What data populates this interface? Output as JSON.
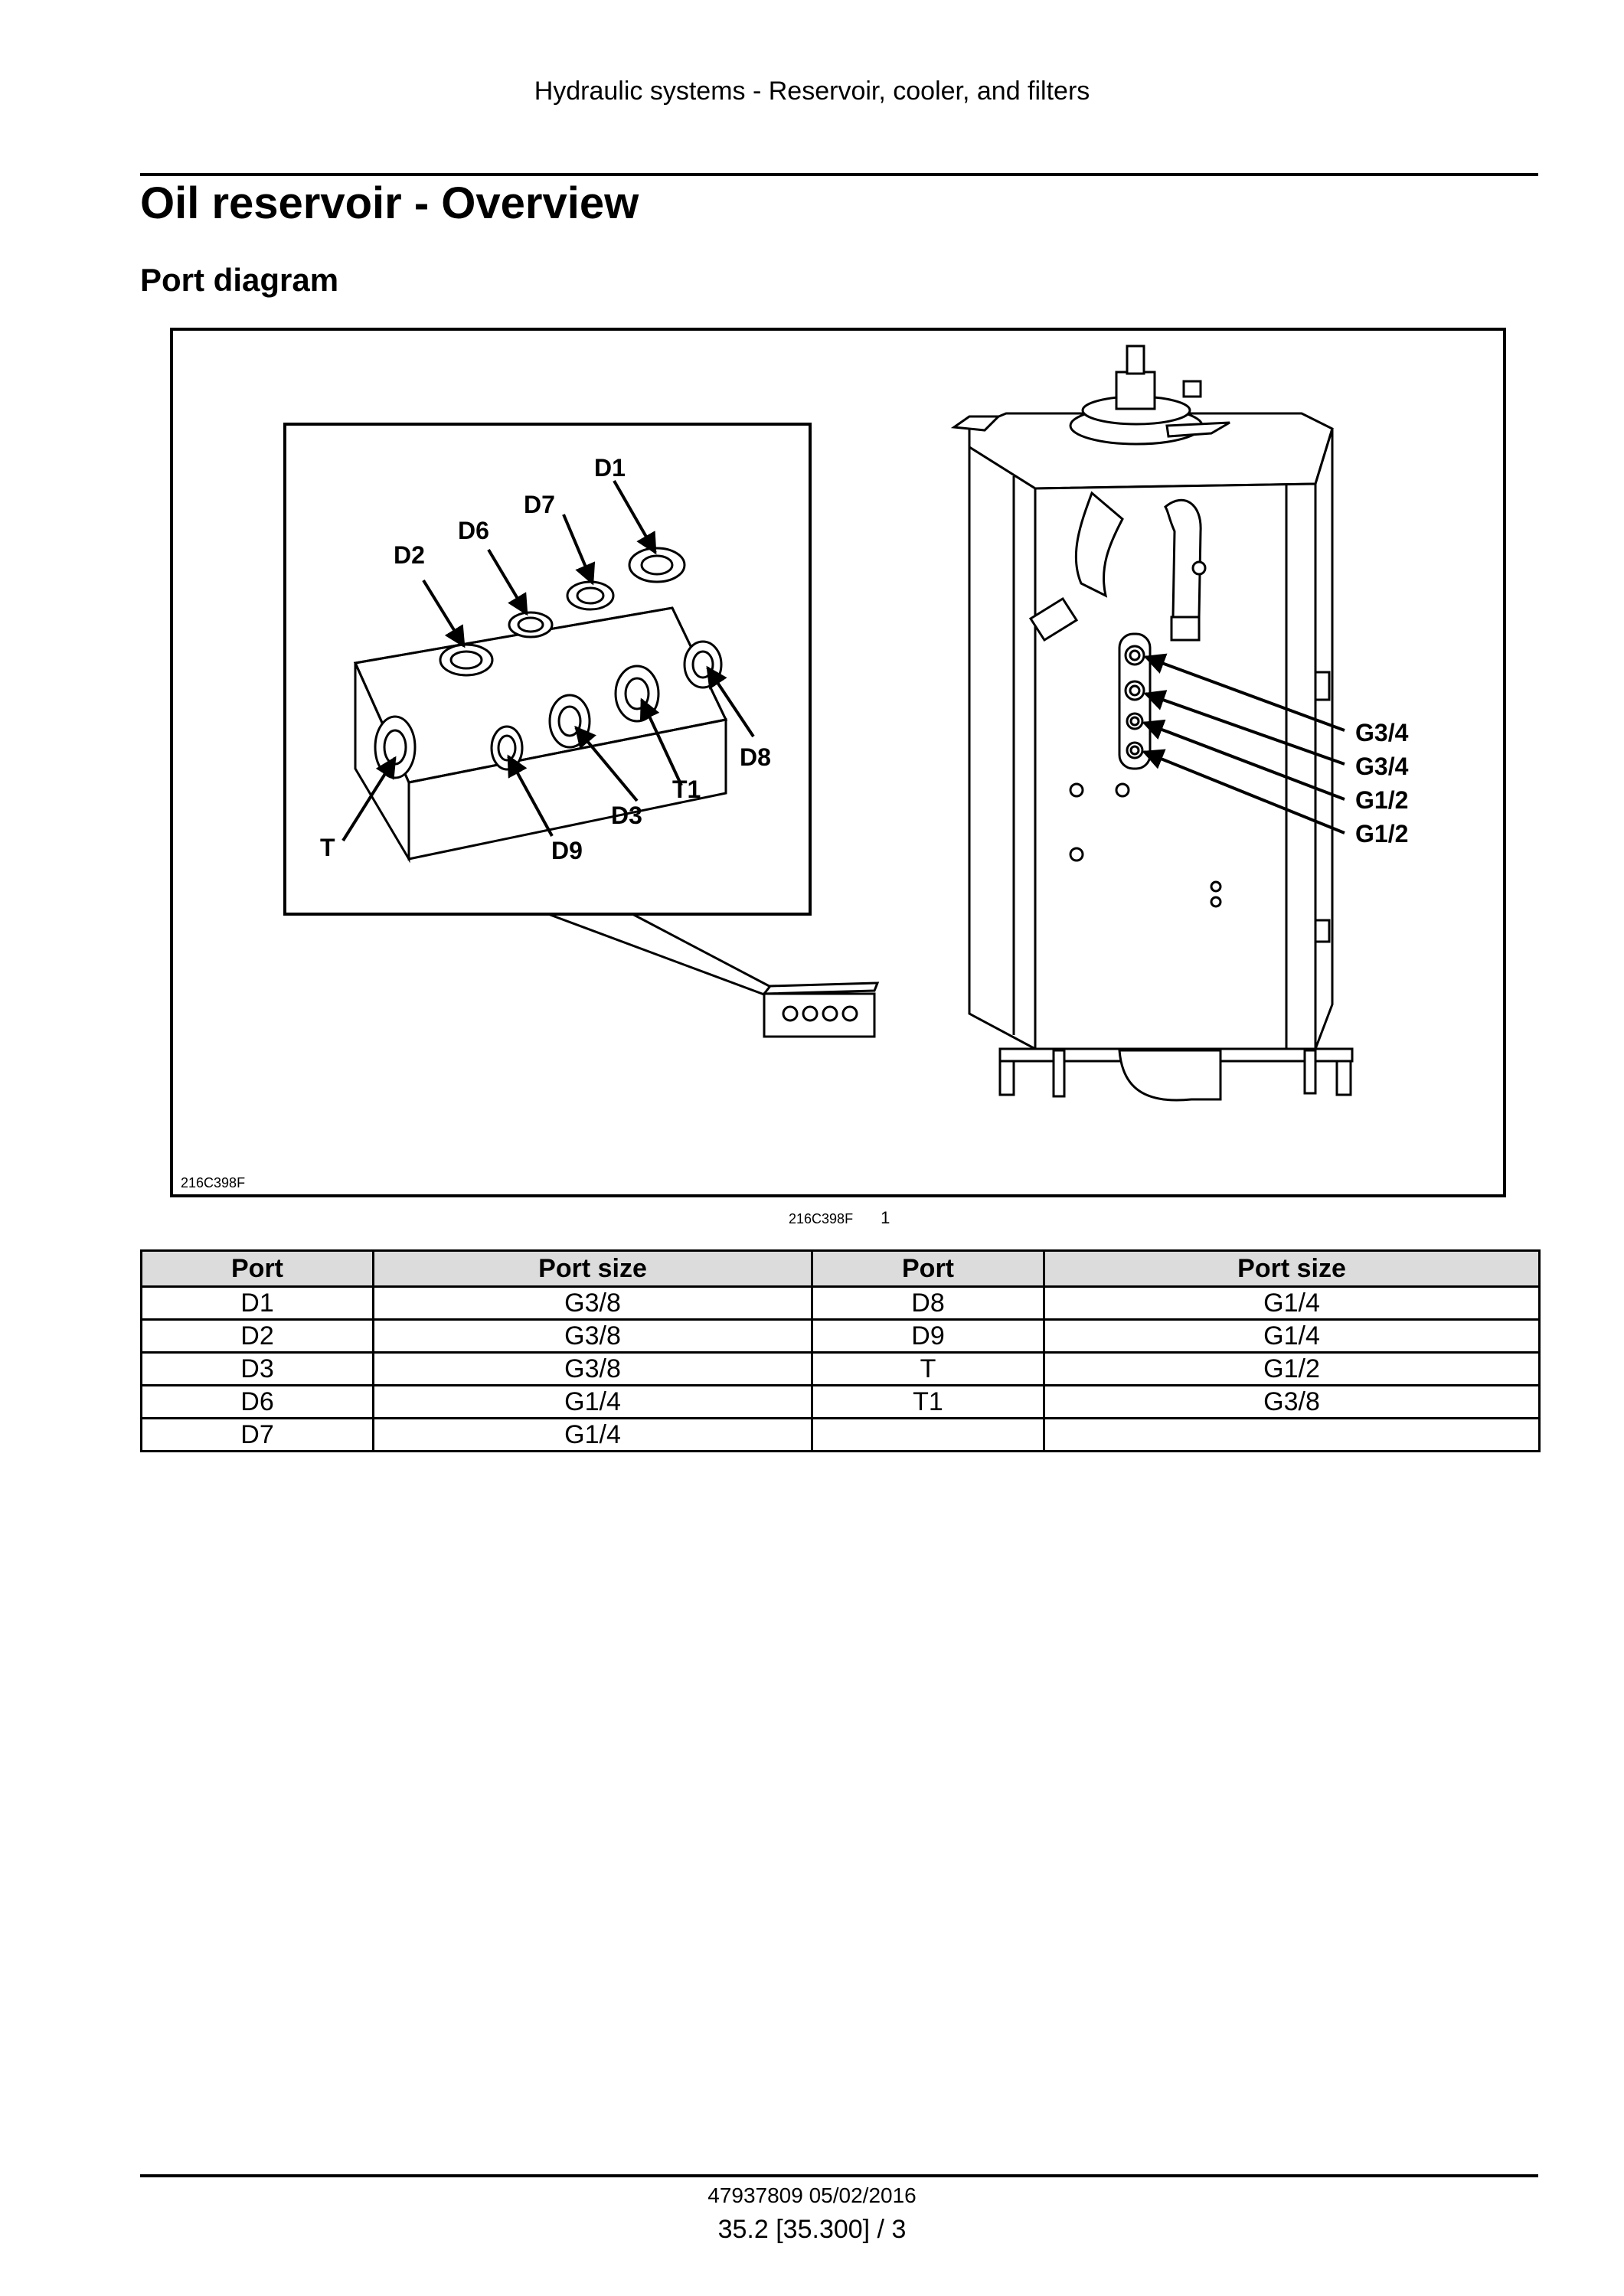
{
  "header": {
    "section": "Hydraulic systems - Reservoir, cooler, and filters"
  },
  "page_title": "Oil reservoir - Overview",
  "section_title": "Port diagram",
  "figure": {
    "code": "216C398F",
    "caption_code": "216C398F",
    "caption_number": "1",
    "block_labels": {
      "d1": "D1",
      "d7": "D7",
      "d6": "D6",
      "d2": "D2",
      "d8": "D8",
      "t1": "T1",
      "d3": "D3",
      "d9": "D9",
      "t": "T"
    },
    "reservoir_labels": [
      "G3/4",
      "G3/4",
      "G1/2",
      "G1/2"
    ]
  },
  "table": {
    "headers": [
      "Port",
      "Port size",
      "Port",
      "Port size"
    ],
    "rows": [
      [
        "D1",
        "G3/8",
        "D8",
        "G1/4"
      ],
      [
        "D2",
        "G3/8",
        "D9",
        "G1/4"
      ],
      [
        "D3",
        "G3/8",
        "T",
        "G1/2"
      ],
      [
        "D6",
        "G1/4",
        "T1",
        "G3/8"
      ],
      [
        "D7",
        "G1/4",
        "",
        ""
      ]
    ]
  },
  "footer": {
    "doc_code": "47937809 05/02/2016",
    "page_ref": "35.2 [35.300] / 3"
  }
}
